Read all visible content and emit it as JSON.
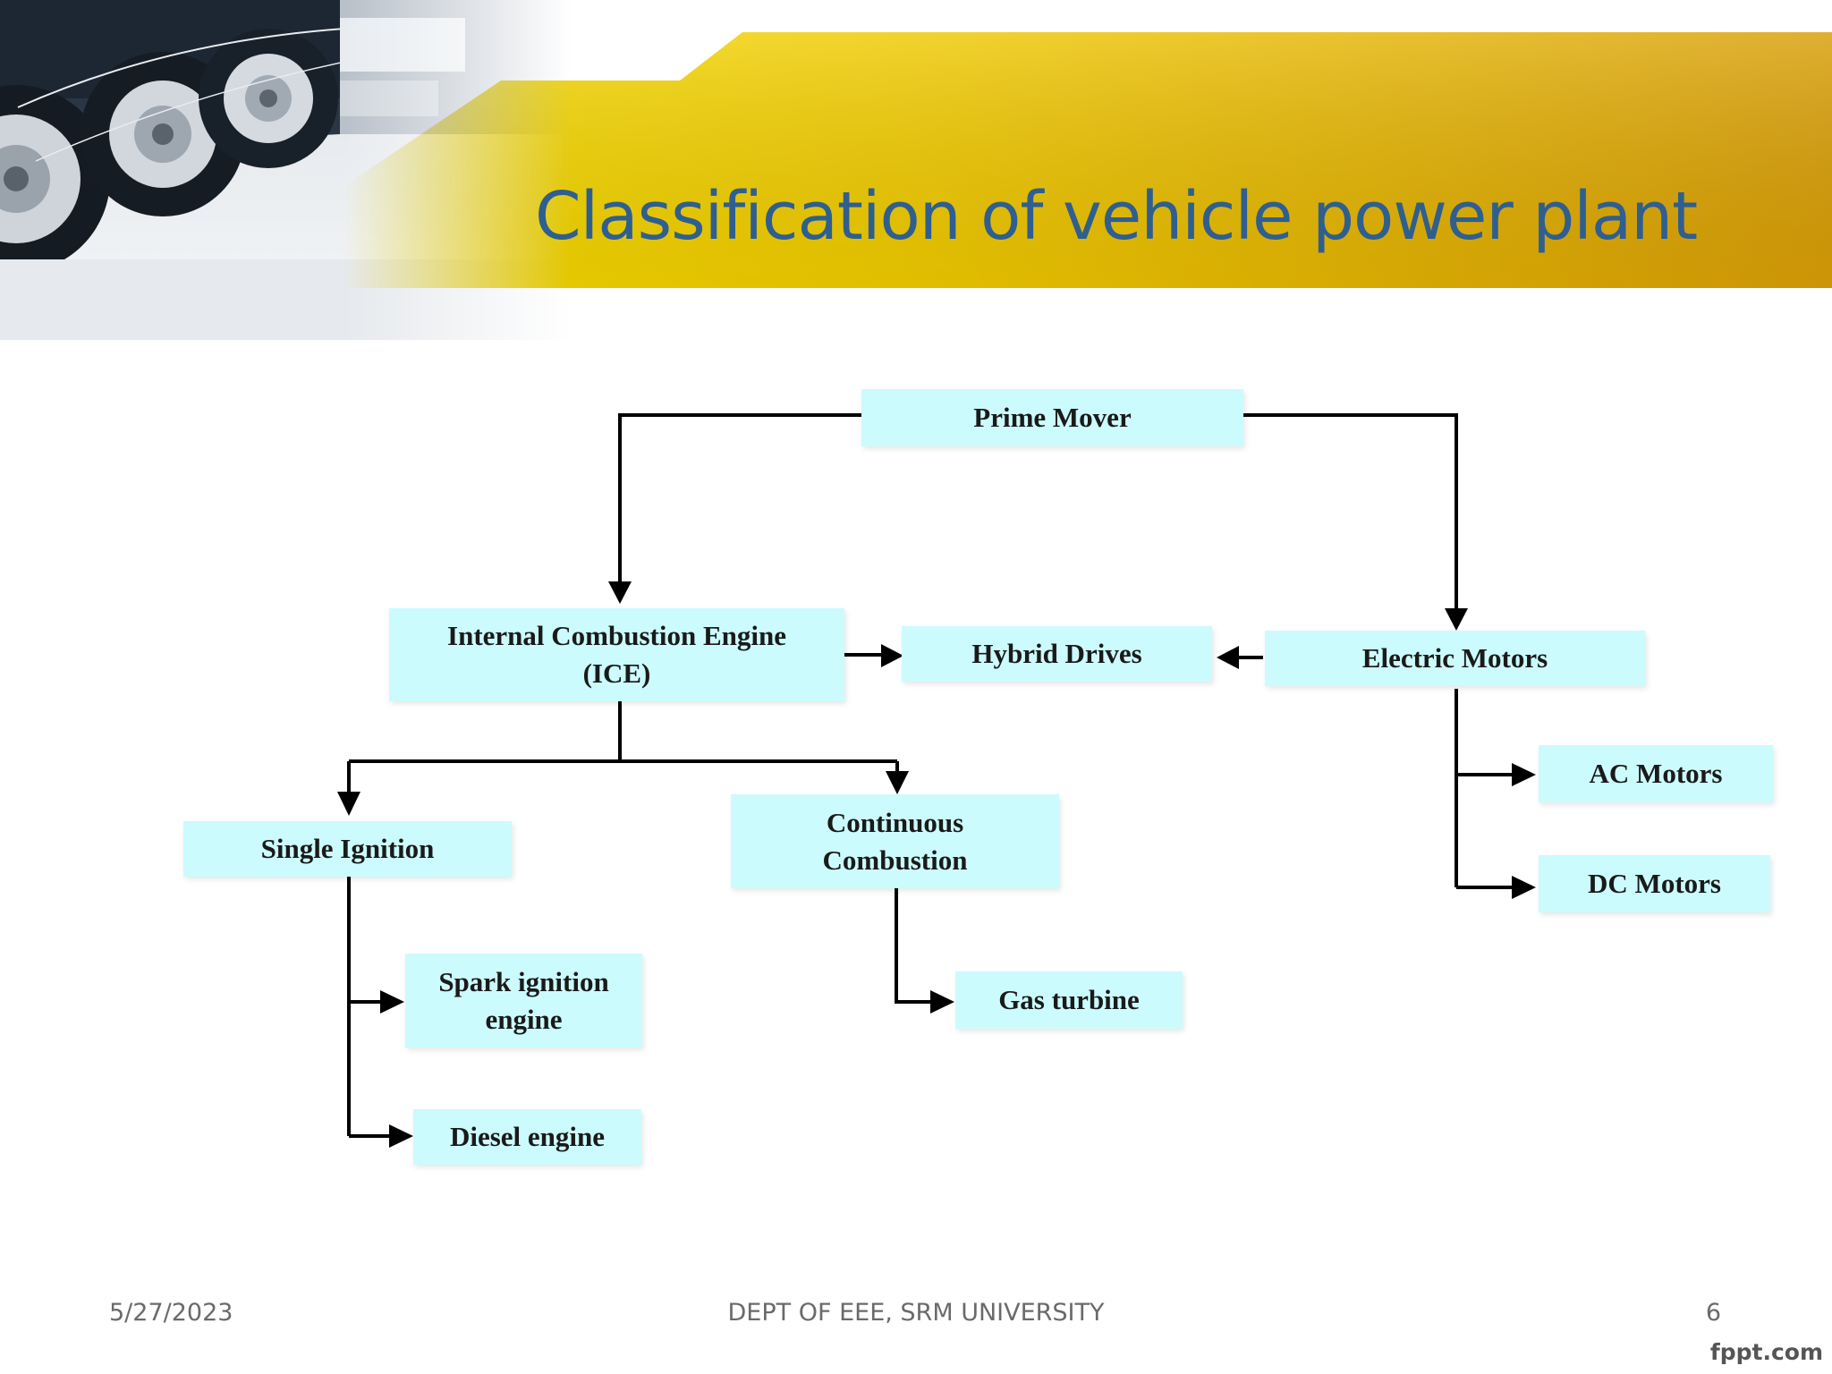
{
  "slide": {
    "title": "Classification of vehicle power plant"
  },
  "diagram": {
    "nodes": {
      "prime_mover": "Prime Mover",
      "ice": "Internal Combustion Engine\n(ICE)",
      "hybrid": "Hybrid Drives",
      "electric": "Electric Motors",
      "single_ignition": "Single Ignition",
      "continuous": "Continuous\nCombustion",
      "spark": "Spark ignition\nengine",
      "diesel": "Diesel engine",
      "gas_turbine": "Gas turbine",
      "ac": "AC Motors",
      "dc": "DC Motors"
    }
  },
  "footer": {
    "date": "5/27/2023",
    "center": "DEPT OF EEE, SRM UNIVERSITY",
    "page": "6",
    "watermark": "fppt.com"
  },
  "colors": {
    "title": "#2f5f8f",
    "node_fill": "#ccfbfd",
    "banner_light": "#f5dc00",
    "banner_dark": "#d9a006"
  }
}
